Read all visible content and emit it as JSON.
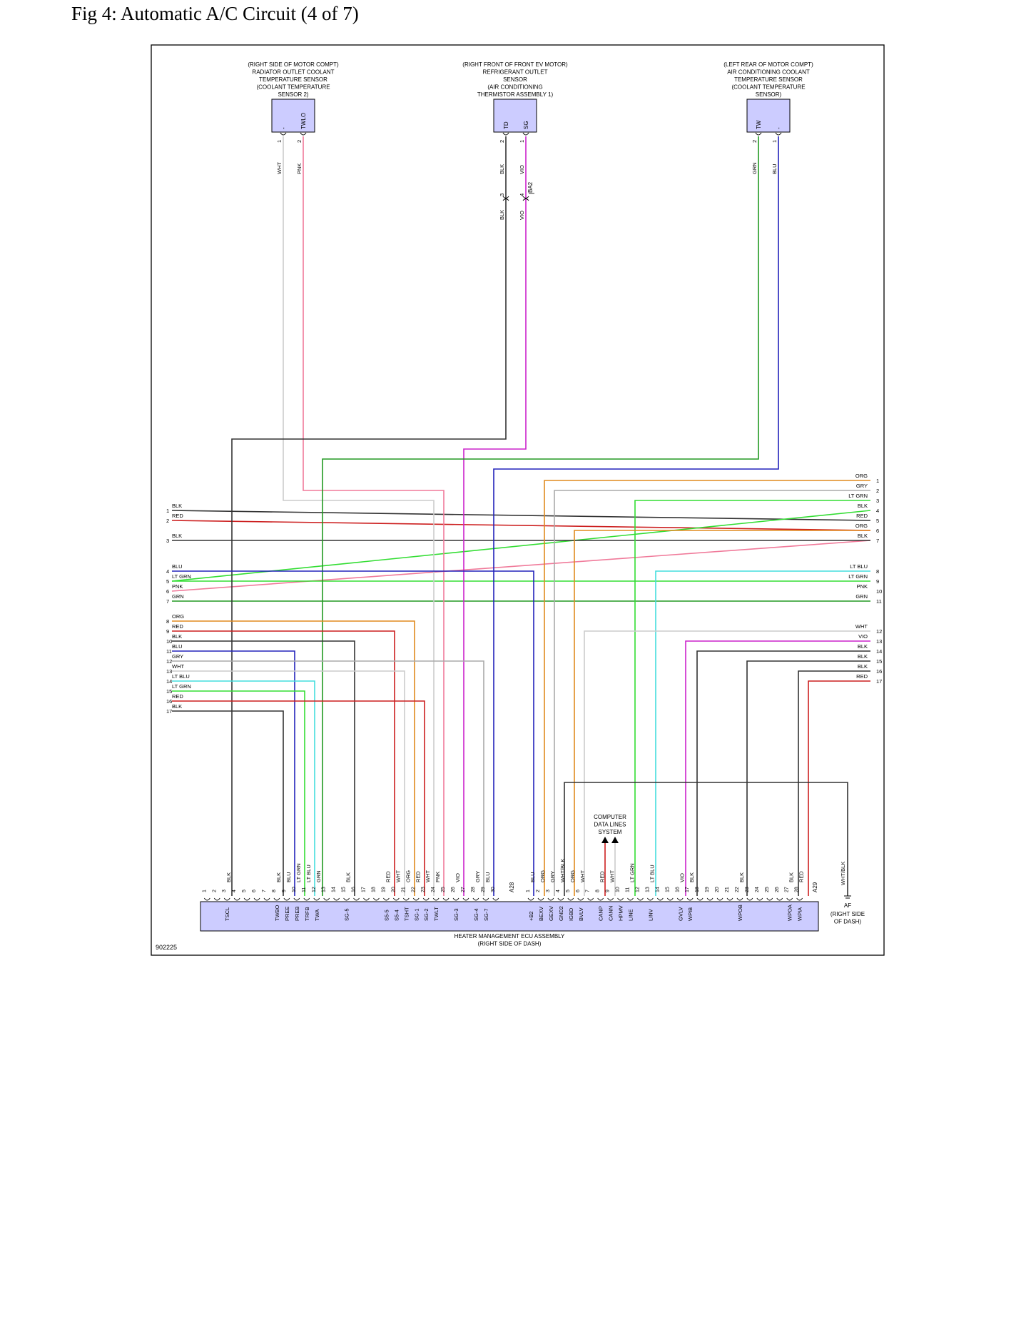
{
  "title": "Fig 4: Automatic A/C Circuit (4 of 7)",
  "figure_code": "902225",
  "colors": {
    "BLK": "#333333",
    "RED": "#cc1f1f",
    "BLU": "#2222bb",
    "LT GRN": "#33dd33",
    "PNK": "#f07a9a",
    "GRN": "#229922",
    "ORG": "#e08a1e",
    "GRY": "#aaaaaa",
    "WHT": "#cccccc",
    "LT BLU": "#44dddd",
    "VIO": "#cc22cc",
    "connector_fill": "#ccccff",
    "frame": "#000000"
  },
  "components": [
    {
      "id": "rad",
      "label": [
        "(RIGHT SIDE OF MOTOR COMPT)",
        "RADIATOR OUTLET COOLANT",
        "TEMPERATURE SENSOR",
        "(COOLANT TEMPERATURE",
        "SENSOR 2)"
      ],
      "pins": [
        {
          "num": "1",
          "name": "-",
          "color": "WHT"
        },
        {
          "num": "2",
          "name": "TWLO",
          "color": "PNK"
        }
      ]
    },
    {
      "id": "evap",
      "label": [
        "(RIGHT FRONT OF FRONT EV MOTOR)",
        "REFRIGERANT OUTLET",
        "SENSOR",
        "(AIR CONDITIONING",
        "THERMISTOR ASSEMBLY 1)"
      ],
      "pins": [
        {
          "num": "2",
          "name": "TD",
          "color": "BLK"
        },
        {
          "num": "1",
          "name": "SG",
          "color": "VIO"
        }
      ]
    },
    {
      "id": "acc",
      "label": [
        "(LEFT REAR OF MOTOR COMPT)",
        "AIR CONDITIONING COOLANT",
        "TEMPERATURE SENSOR",
        "(COOLANT TEMPERATURE",
        "SENSOR)"
      ],
      "pins": [
        {
          "num": "2",
          "name": "TW",
          "color": "GRN"
        },
        {
          "num": "1",
          "name": "-",
          "color": "BLU"
        }
      ]
    }
  ],
  "inline_connector": {
    "id": "BA2",
    "pins": [
      "3",
      "4"
    ],
    "colors": [
      "BLK",
      "VIO"
    ]
  },
  "left_bus": [
    {
      "num": "1",
      "color": "BLK"
    },
    {
      "num": "2",
      "color": "RED"
    },
    {
      "num": "3",
      "color": "BLK"
    },
    {
      "num": "4",
      "color": "BLU"
    },
    {
      "num": "5",
      "color": "LT GRN"
    },
    {
      "num": "6",
      "color": "PNK"
    },
    {
      "num": "7",
      "color": "GRN"
    },
    {
      "num": "8",
      "color": "ORG"
    },
    {
      "num": "9",
      "color": "RED"
    },
    {
      "num": "10",
      "color": "BLK"
    },
    {
      "num": "11",
      "color": "BLU"
    },
    {
      "num": "12",
      "color": "GRY"
    },
    {
      "num": "13",
      "color": "WHT"
    },
    {
      "num": "14",
      "color": "LT BLU"
    },
    {
      "num": "15",
      "color": "LT GRN"
    },
    {
      "num": "16",
      "color": "RED"
    },
    {
      "num": "17",
      "color": "BLK"
    }
  ],
  "right_bus": [
    {
      "num": "1",
      "color": "ORG"
    },
    {
      "num": "2",
      "color": "GRY"
    },
    {
      "num": "3",
      "color": "LT GRN"
    },
    {
      "num": "4",
      "color": "BLK"
    },
    {
      "num": "5",
      "color": "RED"
    },
    {
      "num": "6",
      "color": "ORG"
    },
    {
      "num": "7",
      "color": "BLK"
    },
    {
      "num": "8",
      "color": "LT BLU"
    },
    {
      "num": "9",
      "color": "LT GRN"
    },
    {
      "num": "10",
      "color": "PNK"
    },
    {
      "num": "11",
      "color": "GRN"
    },
    {
      "num": "12",
      "color": "WHT"
    },
    {
      "num": "13",
      "color": "VIO"
    },
    {
      "num": "14",
      "color": "BLK"
    },
    {
      "num": "15",
      "color": "BLK"
    },
    {
      "num": "16",
      "color": "BLK"
    },
    {
      "num": "17",
      "color": "RED"
    }
  ],
  "ecu": {
    "title": [
      "HEATER MANAGEMENT ECU ASSEMBLY",
      "(RIGHT SIDE OF DASH)"
    ],
    "connectors": [
      {
        "id": "A28",
        "pins": [
          {
            "num": "1",
            "name": "",
            "color": ""
          },
          {
            "num": "2",
            "name": "",
            "color": ""
          },
          {
            "num": "3",
            "name": "TSCL",
            "color": "BLK"
          },
          {
            "num": "4",
            "name": "",
            "color": ""
          },
          {
            "num": "5",
            "name": "",
            "color": ""
          },
          {
            "num": "6",
            "name": "",
            "color": ""
          },
          {
            "num": "7",
            "name": "",
            "color": ""
          },
          {
            "num": "8",
            "name": "TWBO",
            "color": "BLK"
          },
          {
            "num": "9",
            "name": "PREE",
            "color": "BLU"
          },
          {
            "num": "10",
            "name": "PREB",
            "color": "LT GRN"
          },
          {
            "num": "11",
            "name": "TRFB",
            "color": "LT BLU"
          },
          {
            "num": "12",
            "name": "TWA",
            "color": "GRN"
          },
          {
            "num": "13",
            "name": "",
            "color": ""
          },
          {
            "num": "14",
            "name": "",
            "color": ""
          },
          {
            "num": "15",
            "name": "SG-5",
            "color": "BLK"
          },
          {
            "num": "16",
            "name": "",
            "color": ""
          },
          {
            "num": "17",
            "name": "",
            "color": ""
          },
          {
            "num": "18",
            "name": "",
            "color": ""
          },
          {
            "num": "19",
            "name": "S5-5",
            "color": "RED"
          },
          {
            "num": "20",
            "name": "S5-4",
            "color": "WHT"
          },
          {
            "num": "21",
            "name": "TSHT",
            "color": "ORG"
          },
          {
            "num": "22",
            "name": "SG-1",
            "color": "RED"
          },
          {
            "num": "23",
            "name": "SG-2",
            "color": "WHT"
          },
          {
            "num": "24",
            "name": "TWLT",
            "color": "PNK"
          },
          {
            "num": "25",
            "name": "",
            "color": ""
          },
          {
            "num": "26",
            "name": "SG-3",
            "color": "VIO"
          },
          {
            "num": "27",
            "name": "",
            "color": ""
          },
          {
            "num": "28",
            "name": "SG-4",
            "color": "GRY"
          },
          {
            "num": "29",
            "name": "SG-7",
            "color": "BLU"
          },
          {
            "num": "30",
            "name": "",
            "color": ""
          }
        ]
      },
      {
        "id": "A29",
        "pins": [
          {
            "num": "1",
            "name": "+B2",
            "color": "BLU"
          },
          {
            "num": "2",
            "name": "BEXV",
            "color": "ORG"
          },
          {
            "num": "3",
            "name": "GEXV",
            "color": "GRY"
          },
          {
            "num": "4",
            "name": "GND2",
            "color": "WHT/BLK"
          },
          {
            "num": "5",
            "name": "IGBD",
            "color": "ORG"
          },
          {
            "num": "6",
            "name": "BVLV",
            "color": "WHT"
          },
          {
            "num": "7",
            "name": "",
            "color": ""
          },
          {
            "num": "8",
            "name": "CANP",
            "color": "RED"
          },
          {
            "num": "9",
            "name": "CANN",
            "color": "WHT"
          },
          {
            "num": "10",
            "name": "HPMV",
            "color": ""
          },
          {
            "num": "11",
            "name": "LINE",
            "color": "LT GRN"
          },
          {
            "num": "12",
            "name": "",
            "color": ""
          },
          {
            "num": "13",
            "name": "LINV",
            "color": "LT BLU"
          },
          {
            "num": "14",
            "name": "",
            "color": ""
          },
          {
            "num": "15",
            "name": "",
            "color": ""
          },
          {
            "num": "16",
            "name": "GVLV",
            "color": "VIO"
          },
          {
            "num": "17",
            "name": "WPIB",
            "color": "BLK"
          },
          {
            "num": "18",
            "name": "",
            "color": ""
          },
          {
            "num": "19",
            "name": "",
            "color": ""
          },
          {
            "num": "20",
            "name": "",
            "color": ""
          },
          {
            "num": "21",
            "name": "",
            "color": ""
          },
          {
            "num": "22",
            "name": "WPOB",
            "color": "BLK"
          },
          {
            "num": "23",
            "name": "",
            "color": ""
          },
          {
            "num": "24",
            "name": "",
            "color": ""
          },
          {
            "num": "25",
            "name": "",
            "color": ""
          },
          {
            "num": "26",
            "name": "",
            "color": ""
          },
          {
            "num": "27",
            "name": "WPOA",
            "color": "BLK"
          },
          {
            "num": "28",
            "name": "WPIA",
            "color": "RED"
          }
        ]
      }
    ]
  },
  "ground": {
    "wire": "WHT/BLK",
    "name": "AF",
    "label": [
      "(RIGHT SIDE",
      "OF DASH)"
    ]
  },
  "cds": {
    "label": [
      "COMPUTER",
      "DATA LINES",
      "SYSTEM"
    ]
  }
}
